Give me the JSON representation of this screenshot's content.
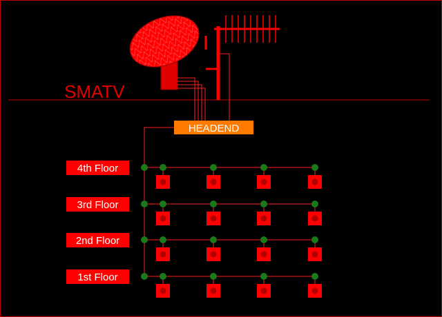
{
  "title": "SMATV",
  "headend_label": "HEADEND",
  "floors": [
    "4th Floor",
    "3rd Floor",
    "2nd Floor",
    "1st Floor"
  ],
  "outlets_per_floor": 4,
  "colors": {
    "background": "#000000",
    "red": "#ff0000",
    "dark_red": "#c00000",
    "headend": "#ff7a00",
    "node": "#1a7a1a",
    "outlet_dot": "#b00000"
  },
  "icons": {
    "dish": "satellite-dish-icon",
    "antenna": "yagi-antenna-icon",
    "outlet": "tv-outlet-icon",
    "splitter": "tap-node"
  }
}
